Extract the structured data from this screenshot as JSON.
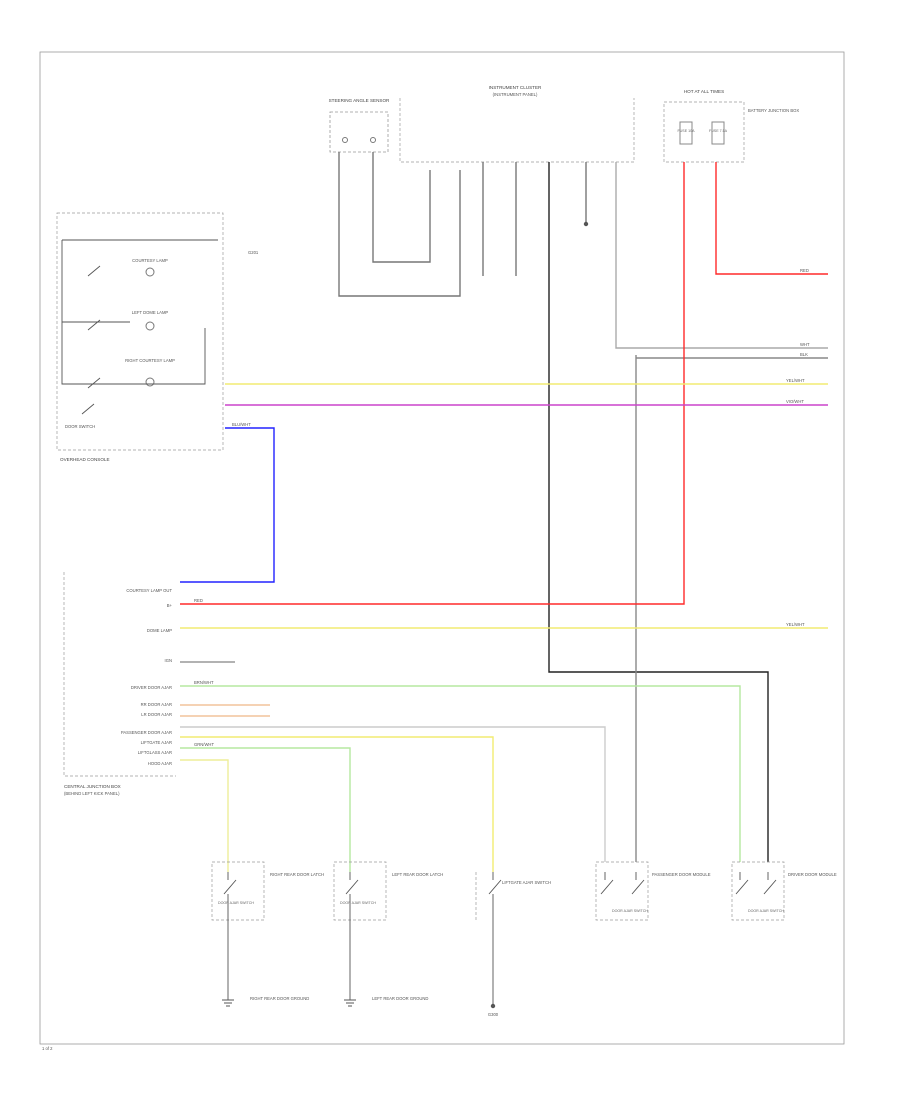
{
  "footer": {
    "page_ref": "1 of 2"
  },
  "modules": {
    "steering_sensor": {
      "label": "STEERING ANGLE SENSOR"
    },
    "instrument_cluster": {
      "label": "INSTRUMENT CLUSTER",
      "sub": "(INSTRUMENT PANEL)"
    },
    "fuse_box": {
      "label": "HOT AT ALL TIMES",
      "fuses": [
        "FUSE 10A",
        "FUSE 7.5A"
      ],
      "desc": "BATTERY JUNCTION BOX"
    },
    "overhead_console": {
      "label": "OVERHEAD CONSOLE",
      "lamps": [
        "COURTESY LAMP",
        "LEFT DOME LAMP",
        "RIGHT COURTESY LAMP"
      ],
      "map_switch": "DOOR SWITCH",
      "ground": "G201"
    },
    "central_junction": {
      "label": "CENTRAL JUNCTION BOX",
      "sub": "(BEHIND LEFT KICK PANEL)",
      "pins": [
        "COURTESY LAMP OUT",
        "B+",
        "DOME LAMP",
        "IGN",
        "DRIVER DOOR AJAR",
        "RR DOOR AJAR",
        "LR DOOR AJAR",
        "PASSENGER DOOR AJAR",
        "LIFTGATE AJAR",
        "LIFTGLASS AJAR",
        "HOOD AJAR"
      ]
    },
    "right_rear_door": {
      "label": "RIGHT REAR DOOR LATCH",
      "switch": "DOOR AJAR SWITCH",
      "ground": "RIGHT REAR DOOR GROUND"
    },
    "left_rear_door": {
      "label": "LEFT REAR DOOR LATCH",
      "switch": "DOOR AJAR SWITCH",
      "ground": "LEFT REAR DOOR GROUND"
    },
    "liftgate": {
      "label": "LIFTGATE AJAR SWITCH",
      "ground": "G300"
    },
    "passenger_door": {
      "label": "PASSENGER DOOR MODULE",
      "switch": "DOOR AJAR SWITCH"
    },
    "driver_door": {
      "label": "DRIVER DOOR MODULE",
      "switch": "DOOR AJAR SWITCH"
    }
  },
  "wires": {
    "white": "WHT",
    "black": "BLK",
    "red": "RED",
    "yellow": "YEL/WHT",
    "violet": "VIO/WHT",
    "blue": "BLU/WHT",
    "brown": "BRN/WHT",
    "green": "GRN/WHT"
  },
  "colors": {
    "red": "#ff2a2a",
    "yellow": "#f2ec72",
    "violet": "#cc44cc",
    "blue": "#2222ff",
    "green": "#b5e8a0",
    "black": "#222222",
    "gray": "#888888",
    "light": "#cccccc"
  }
}
